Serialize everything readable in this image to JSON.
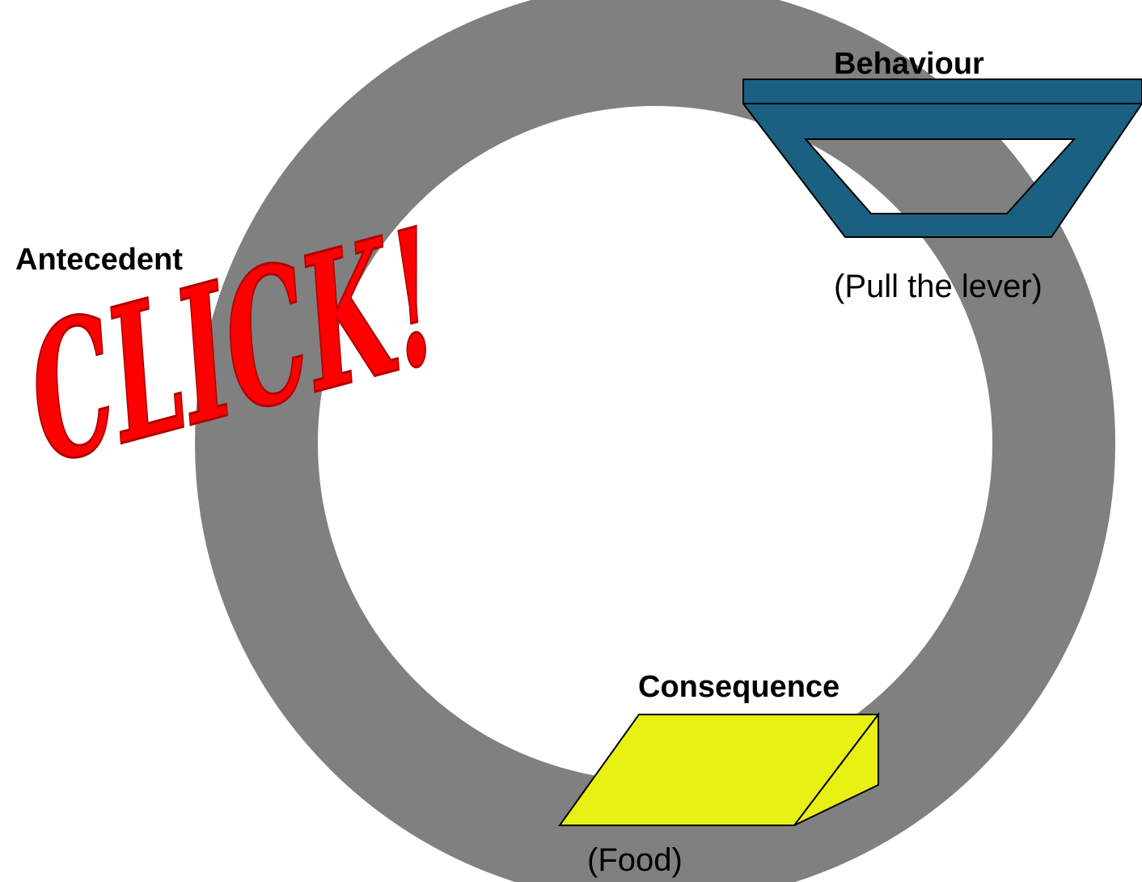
{
  "labels": {
    "antecedent": "Antecedent",
    "behaviour": "Behaviour",
    "behaviour_example": "(Pull the lever)",
    "consequence": "Consequence",
    "consequence_example": "(Food)"
  },
  "wordart": {
    "click": "CLICK!"
  },
  "colors": {
    "ring": "#808080",
    "lever_fill": "#1a6081",
    "food_fill": "#e8f014",
    "click_text": "#ff0000",
    "outline": "#000000"
  },
  "icons": {
    "behaviour": "lever-icon",
    "consequence": "food-block-icon"
  }
}
